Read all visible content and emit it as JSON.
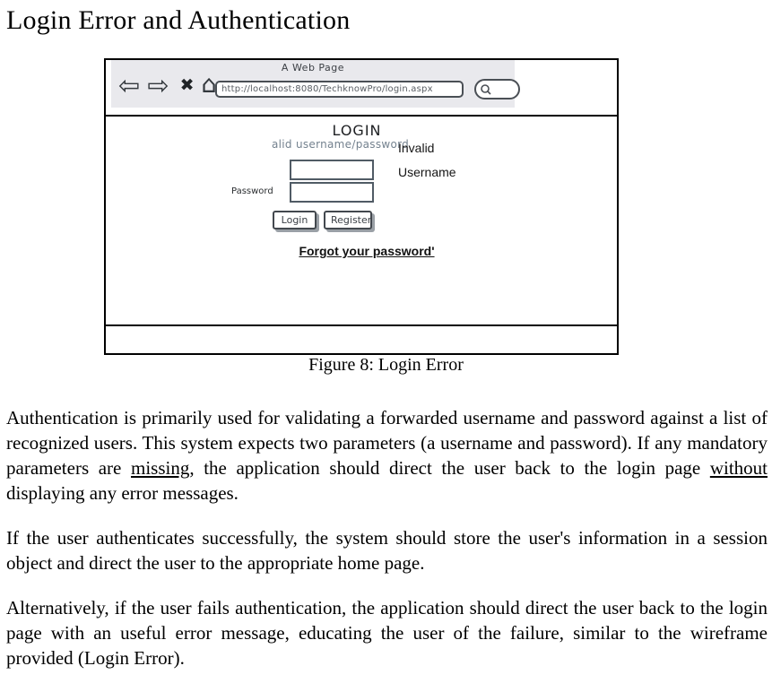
{
  "page": {
    "title": "Login Error and Authentication",
    "caption": "Figure 8: Login Error",
    "paragraphs": {
      "p1_before": "Authentication is primarily used for validating a forwarded username and password against a list of recognized users. This system expects two parameters (a username and password). If any mandatory parameters are ",
      "p1_underline1": "missing",
      "p1_mid": ", the application should direct the user back to the login page ",
      "p1_underline2": "without",
      "p1_after": " displaying any error messages.",
      "p2": "If the user authenticates successfully, the system should store the user's information in a session object and direct the user to the appropriate home page.",
      "p3": "Alternatively, if the user fails authentication, the application should direct the user back to the login page with an useful error message, educating the user of the failure, similar to the wireframe provided (Login Error)."
    }
  },
  "wireframe": {
    "window_title": "A Web Page",
    "url": "http://localhost:8080/TechknowPro/login.aspx",
    "glyphs": {
      "back": "⇦",
      "forward": "⇨",
      "close": "✖",
      "home": "⌂"
    },
    "colors": {
      "chrome_background": "#e9e9ed",
      "sketch_stroke": "#4a4f55",
      "error_text": "#74828f",
      "frame_border": "#000000"
    },
    "login": {
      "heading": "LOGIN",
      "error_text": "alid username/password",
      "password_label": "Password",
      "login_button": "Login",
      "register_button": "Register",
      "forgot_link": "Forgot your password'"
    },
    "annotations": {
      "line1": "Invalid",
      "line2": "Username"
    }
  }
}
